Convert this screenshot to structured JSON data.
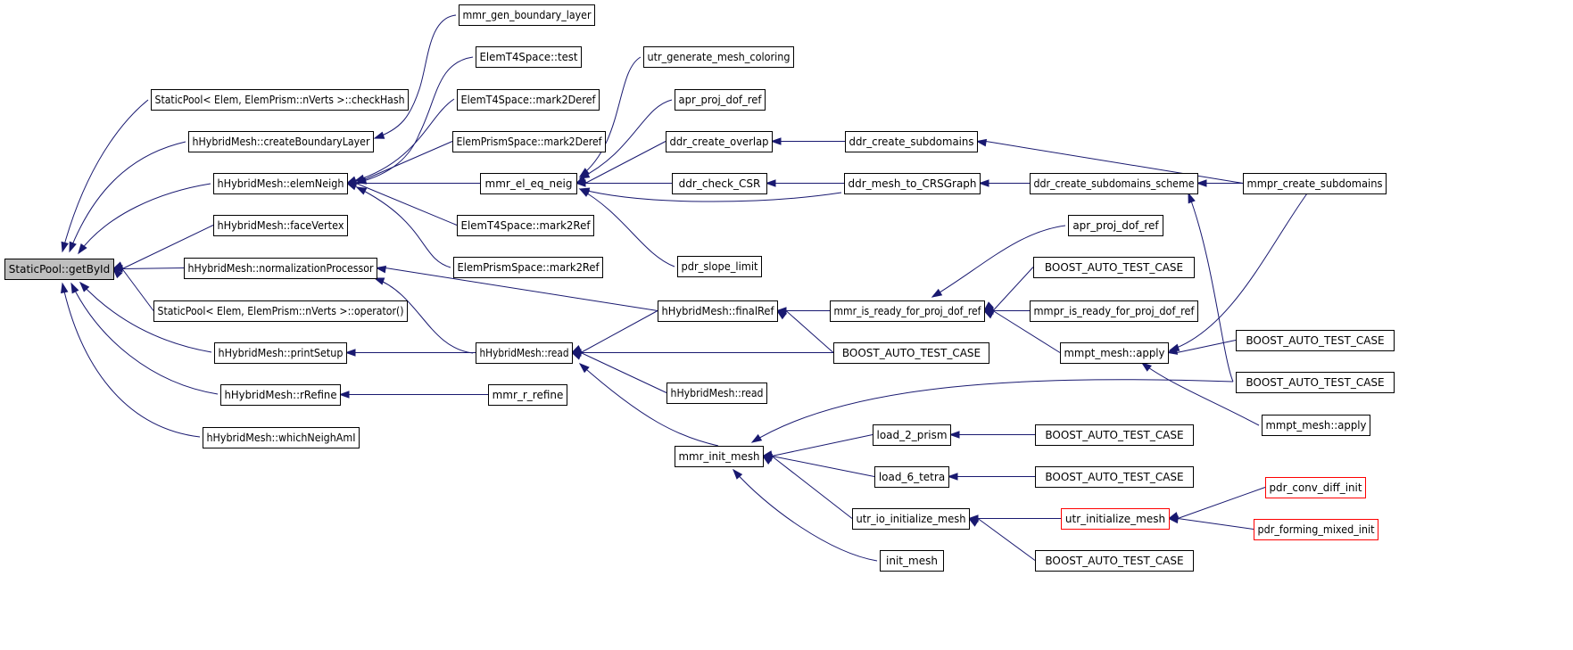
{
  "graph": {
    "edge_color": "#191970",
    "root_fill": "#bfbfbf",
    "truncated_border_color": "#ff0000",
    "nodes": [
      {
        "id": "n0",
        "label": "StaticPool::getById",
        "root": true
      },
      {
        "id": "n1",
        "label": "StaticPool< Elem, ElemPrism::nVerts >::checkHash"
      },
      {
        "id": "n2",
        "label": "hHybridMesh::createBoundaryLayer"
      },
      {
        "id": "n3",
        "label": "hHybridMesh::elemNeigh"
      },
      {
        "id": "n4",
        "label": "hHybridMesh::faceVertex"
      },
      {
        "id": "n5",
        "label": "hHybridMesh::normalizationProcessor"
      },
      {
        "id": "n6",
        "label": "StaticPool< Elem, ElemPrism::nVerts >::operator()"
      },
      {
        "id": "n7",
        "label": "hHybridMesh::printSetup"
      },
      {
        "id": "n8",
        "label": "hHybridMesh::rRefine"
      },
      {
        "id": "n9",
        "label": "hHybridMesh::whichNeighAmI"
      },
      {
        "id": "n10",
        "label": "mmr_gen_boundary_layer"
      },
      {
        "id": "n11",
        "label": "ElemT4Space::test"
      },
      {
        "id": "n12",
        "label": "ElemT4Space::mark2Deref"
      },
      {
        "id": "n13",
        "label": "ElemPrismSpace::mark2Deref"
      },
      {
        "id": "n14",
        "label": "mmr_el_eq_neig"
      },
      {
        "id": "n15",
        "label": "ElemT4Space::mark2Ref"
      },
      {
        "id": "n16",
        "label": "ElemPrismSpace::mark2Ref"
      },
      {
        "id": "n17",
        "label": "hHybridMesh::read"
      },
      {
        "id": "n18",
        "label": "mmr_r_refine"
      },
      {
        "id": "n19",
        "label": "utr_generate_mesh_coloring"
      },
      {
        "id": "n20",
        "label": "apr_proj_dof_ref"
      },
      {
        "id": "n21",
        "label": "ddr_create_overlap"
      },
      {
        "id": "n22",
        "label": "ddr_check_CSR"
      },
      {
        "id": "n23",
        "label": "pdr_slope_limit"
      },
      {
        "id": "n24",
        "label": "hHybridMesh::finalRef"
      },
      {
        "id": "n25",
        "label": "hHybridMesh::read"
      },
      {
        "id": "n26",
        "label": "mmr_init_mesh"
      },
      {
        "id": "n27",
        "label": "ddr_create_subdomains"
      },
      {
        "id": "n28",
        "label": "ddr_mesh_to_CRSGraph"
      },
      {
        "id": "n29",
        "label": "mmr_is_ready_for_proj_dof_ref"
      },
      {
        "id": "n30",
        "label": "BOOST_AUTO_TEST_CASE"
      },
      {
        "id": "n31",
        "label": "load_2_prism"
      },
      {
        "id": "n32",
        "label": "load_6_tetra"
      },
      {
        "id": "n33",
        "label": "utr_io_initialize_mesh"
      },
      {
        "id": "n34",
        "label": "init_mesh"
      },
      {
        "id": "n35",
        "label": "ddr_create_subdomains_scheme"
      },
      {
        "id": "n36",
        "label": "apr_proj_dof_ref"
      },
      {
        "id": "n37",
        "label": "BOOST_AUTO_TEST_CASE"
      },
      {
        "id": "n38",
        "label": "mmpr_is_ready_for_proj_dof_ref"
      },
      {
        "id": "n39",
        "label": "mmpt_mesh::apply"
      },
      {
        "id": "n40",
        "label": "BOOST_AUTO_TEST_CASE"
      },
      {
        "id": "n41",
        "label": "BOOST_AUTO_TEST_CASE"
      },
      {
        "id": "n42",
        "label": "utr_initialize_mesh",
        "truncated": true
      },
      {
        "id": "n43",
        "label": "BOOST_AUTO_TEST_CASE"
      },
      {
        "id": "n44",
        "label": "mmpr_create_subdomains"
      },
      {
        "id": "n45",
        "label": "BOOST_AUTO_TEST_CASE"
      },
      {
        "id": "n46",
        "label": "BOOST_AUTO_TEST_CASE"
      },
      {
        "id": "n47",
        "label": "mmpt_mesh::apply"
      },
      {
        "id": "n48",
        "label": "pdr_conv_diff_init",
        "truncated": true
      },
      {
        "id": "n49",
        "label": "pdr_forming_mixed_init",
        "truncated": true
      }
    ],
    "edges": [
      [
        "n0",
        "n1"
      ],
      [
        "n0",
        "n2"
      ],
      [
        "n0",
        "n3"
      ],
      [
        "n0",
        "n4"
      ],
      [
        "n0",
        "n5"
      ],
      [
        "n0",
        "n6"
      ],
      [
        "n0",
        "n7"
      ],
      [
        "n0",
        "n8"
      ],
      [
        "n0",
        "n9"
      ],
      [
        "n2",
        "n10"
      ],
      [
        "n3",
        "n11"
      ],
      [
        "n3",
        "n12"
      ],
      [
        "n3",
        "n13"
      ],
      [
        "n3",
        "n14"
      ],
      [
        "n3",
        "n15"
      ],
      [
        "n3",
        "n16"
      ],
      [
        "n5",
        "n17"
      ],
      [
        "n5",
        "n24"
      ],
      [
        "n7",
        "n17"
      ],
      [
        "n8",
        "n18"
      ],
      [
        "n14",
        "n19"
      ],
      [
        "n14",
        "n20"
      ],
      [
        "n14",
        "n21"
      ],
      [
        "n14",
        "n22"
      ],
      [
        "n14",
        "n23"
      ],
      [
        "n14",
        "n28"
      ],
      [
        "n17",
        "n24"
      ],
      [
        "n17",
        "n25"
      ],
      [
        "n17",
        "n26"
      ],
      [
        "n17",
        "n30"
      ],
      [
        "n21",
        "n27"
      ],
      [
        "n22",
        "n28"
      ],
      [
        "n24",
        "n29"
      ],
      [
        "n24",
        "n30"
      ],
      [
        "n26",
        "n31"
      ],
      [
        "n26",
        "n32"
      ],
      [
        "n26",
        "n33"
      ],
      [
        "n26",
        "n34"
      ],
      [
        "n26",
        "n46"
      ],
      [
        "n27",
        "n44"
      ],
      [
        "n28",
        "n35"
      ],
      [
        "n29",
        "n36"
      ],
      [
        "n29",
        "n37"
      ],
      [
        "n29",
        "n38"
      ],
      [
        "n29",
        "n39"
      ],
      [
        "n31",
        "n40"
      ],
      [
        "n32",
        "n41"
      ],
      [
        "n33",
        "n42"
      ],
      [
        "n33",
        "n43"
      ],
      [
        "n35",
        "n44"
      ],
      [
        "n35",
        "n46"
      ],
      [
        "n39",
        "n44"
      ],
      [
        "n39",
        "n45"
      ],
      [
        "n39",
        "n47"
      ],
      [
        "n42",
        "n48"
      ],
      [
        "n42",
        "n49"
      ]
    ]
  }
}
